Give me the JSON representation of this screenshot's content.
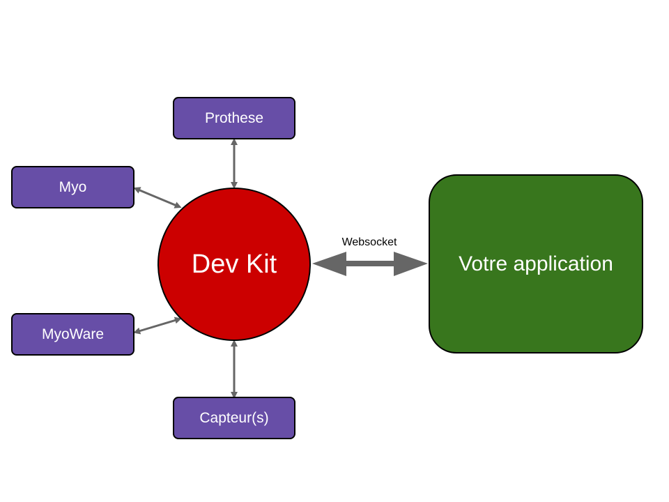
{
  "nodes": {
    "prothese": "Prothese",
    "myo": "Myo",
    "myoware": "MyoWare",
    "capteurs": "Capteur(s)",
    "dev_kit": "Dev Kit",
    "app": "Votre application"
  },
  "edges": {
    "websocket_label": "Websocket"
  },
  "colors": {
    "peripheral": "#674ea7",
    "dev_kit": "#cc0000",
    "app": "#38761d",
    "arrow": "#666666"
  }
}
